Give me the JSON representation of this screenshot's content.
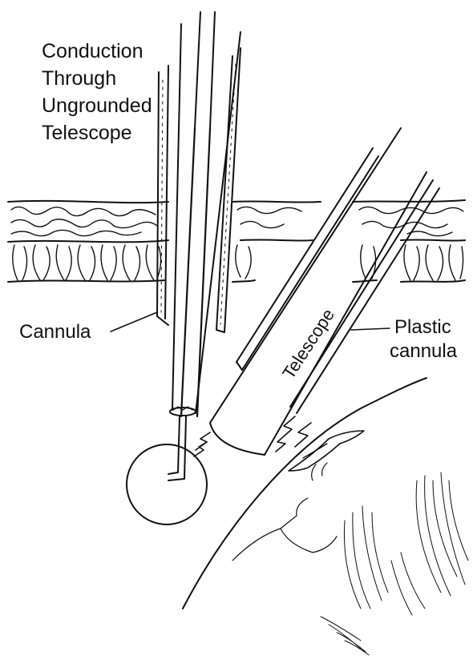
{
  "figure": {
    "labels": {
      "title_line1": "Conduction",
      "title_line2": "Through",
      "title_line3": "Ungrounded",
      "title_line4": "Telescope",
      "cannula": "Cannula",
      "telescope": "Telescope",
      "plastic_cannula_line1": "Plastic",
      "plastic_cannula_line2": "cannula"
    },
    "colors": {
      "ink": "#111111",
      "paper": "#ffffff"
    }
  }
}
